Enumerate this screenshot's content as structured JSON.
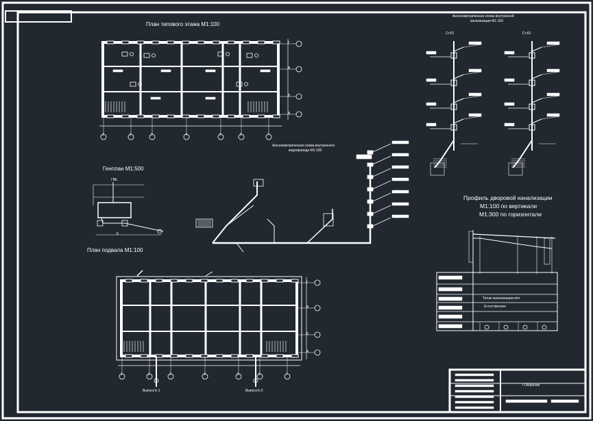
{
  "sheet": {
    "background": "#212830",
    "line_color": "#ffffff",
    "title_block": {
      "name": "П.Морозов"
    }
  },
  "floor_plan": {
    "title": "План типового этажа М1:100",
    "axes_x": [
      "1",
      "2",
      "3",
      "4",
      "5",
      "6",
      "7"
    ],
    "axes_y": [
      "Г",
      "В",
      "Б",
      "А"
    ]
  },
  "isometric_risers": {
    "title_line1": "Аксонометрическая схема внутренней",
    "title_line2": "канализации М1:100",
    "riser_labels": [
      "Ст.К1",
      "Ст.К2"
    ]
  },
  "site_plan": {
    "title": "Генплан М1:500",
    "marker_top": "ГВК",
    "marker_bottom": "К"
  },
  "water_supply_axon": {
    "title_line1": "Аксонометрическая схема внутреннего",
    "title_line2": "водопровода М1:100"
  },
  "yard_sewer_profile": {
    "title_line1": "Профиль дворовой канализации",
    "title_line2": "М1:100 по вертикали",
    "title_line3": "М1:300 по горизонтали",
    "table_row_1": "Тоnзи канализации,mm",
    "table_row_2": "Естественное"
  },
  "basement_plan": {
    "title": "План подвала М1:100",
    "axes_x": [
      "1",
      "2",
      "3",
      "4",
      "5",
      "6",
      "7"
    ],
    "axes_y": [
      "Г",
      "В",
      "Б",
      "А"
    ],
    "outlet_1": "Выпуск К-1",
    "outlet_2": "Выпуск К-2"
  }
}
